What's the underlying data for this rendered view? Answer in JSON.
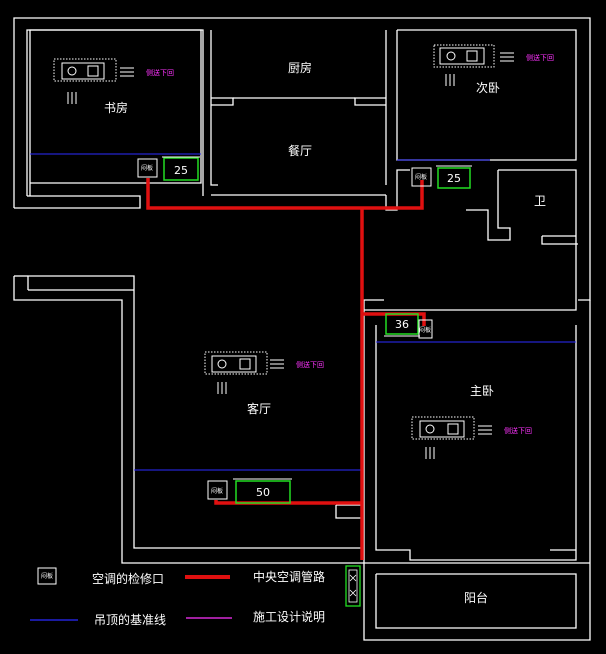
{
  "rooms": {
    "study": "书房",
    "kitchen": "厨房",
    "dining": "餐厅",
    "second_bedroom": "次卧",
    "bathroom": "卫",
    "living": "客厅",
    "master_bedroom": "主卧",
    "balcony": "阳台"
  },
  "ac_units": {
    "study": "25",
    "second_bedroom": "25",
    "master_bedroom": "36",
    "living": "50"
  },
  "air_tags": {
    "study": "侧送下回",
    "second_bedroom": "侧送下回",
    "living": "侧送下回",
    "master_bedroom": "侧送下回"
  },
  "hatch_label": "闷板",
  "legend": {
    "access_port": "空调的检修口",
    "duct": "中央空调管路",
    "ceiling_datum": "吊顶的基准线",
    "construction_note": "施工设计说明"
  },
  "colors": {
    "wall": "#ffffff",
    "duct": "#e01010",
    "unit_border": "#22dd22",
    "datum_line": "#2b2bff",
    "note_line": "#ff33ff",
    "tag_text": "#ff33ff"
  }
}
